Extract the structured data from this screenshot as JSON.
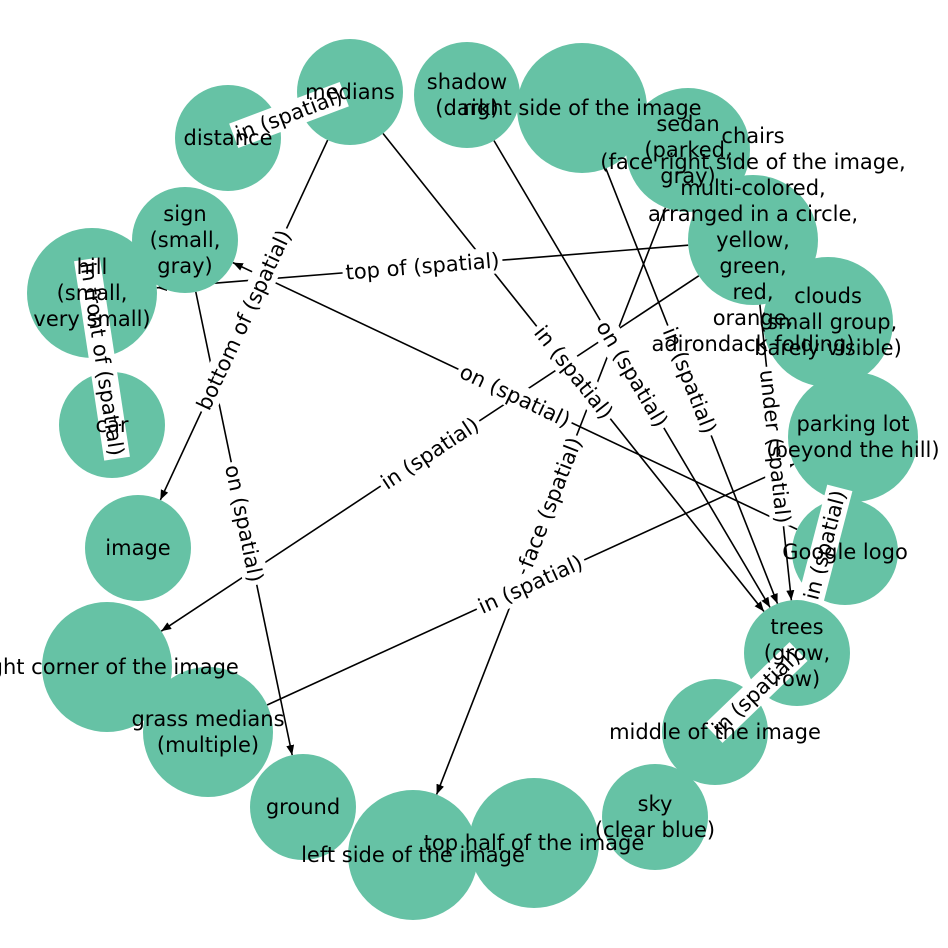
{
  "diagram": {
    "node_color": "#66c2a5",
    "nodes": [
      {
        "id": "medians",
        "lines": [
          "medians"
        ]
      },
      {
        "id": "shadow",
        "lines": [
          "shadow",
          "(dark)"
        ]
      },
      {
        "id": "right_side",
        "lines": [
          "right side of the image"
        ]
      },
      {
        "id": "sedan",
        "lines": [
          "sedan",
          "(parked,",
          "gray)"
        ]
      },
      {
        "id": "chairs",
        "lines": [
          "chairs",
          "(face right side of the image,",
          "multi-colored,",
          "arranged in a circle,",
          "yellow,",
          "green,",
          "red,",
          "orange,",
          "adirondack folding)"
        ]
      },
      {
        "id": "clouds",
        "lines": [
          "clouds",
          "(small group,",
          "barely visible)"
        ]
      },
      {
        "id": "parking_lot",
        "lines": [
          "parking lot",
          "(beyond the hill)"
        ]
      },
      {
        "id": "google_logo",
        "lines": [
          "Google logo"
        ]
      },
      {
        "id": "trees",
        "lines": [
          "trees",
          "(grow,",
          "row)"
        ]
      },
      {
        "id": "middle",
        "lines": [
          "middle of the image"
        ]
      },
      {
        "id": "sky",
        "lines": [
          "sky",
          "(clear blue)"
        ]
      },
      {
        "id": "top_half",
        "lines": [
          "top half of the image"
        ]
      },
      {
        "id": "left_side",
        "lines": [
          "left side of the image"
        ]
      },
      {
        "id": "ground",
        "lines": [
          "ground"
        ]
      },
      {
        "id": "grass_medians",
        "lines": [
          "grass medians",
          "(multiple)"
        ]
      },
      {
        "id": "right_corner",
        "lines": [
          "right corner of the image"
        ]
      },
      {
        "id": "image",
        "lines": [
          "image"
        ]
      },
      {
        "id": "car",
        "lines": [
          "car"
        ]
      },
      {
        "id": "hill",
        "lines": [
          "hill",
          "(small,",
          "very small)"
        ]
      },
      {
        "id": "sign",
        "lines": [
          "sign",
          "(small,",
          "gray)"
        ]
      },
      {
        "id": "distance",
        "lines": [
          "distance"
        ]
      }
    ],
    "edges": [
      {
        "source": "medians",
        "target": "distance",
        "label": "in (spatial)"
      },
      {
        "source": "medians",
        "target": "image",
        "label": "bottom of (spatial)"
      },
      {
        "source": "medians",
        "target": "trees",
        "label": "in (spatial)"
      },
      {
        "source": "chairs",
        "target": "hill",
        "label": "top of (spatial)"
      },
      {
        "source": "chairs",
        "target": "right_corner",
        "label": "in (spatial)"
      },
      {
        "source": "chairs",
        "target": "trees",
        "label": "under (spatial)"
      },
      {
        "source": "sedan",
        "target": "left_side",
        "label": "face (spatial)"
      },
      {
        "source": "right_side",
        "target": "trees",
        "label": "in (spatial)"
      },
      {
        "source": "google_logo",
        "target": "sign",
        "label": "on (spatial)"
      },
      {
        "source": "grass_medians",
        "target": "parking_lot",
        "label": "in (spatial)"
      },
      {
        "source": "sign",
        "target": "ground",
        "label": "on (spatial)"
      },
      {
        "source": "car",
        "target": "hill",
        "label": "in front of (spatial)"
      },
      {
        "source": "middle",
        "target": "trees",
        "label": "in (spatial)"
      },
      {
        "source": "parking_lot",
        "target": "trees",
        "label": "in (spatial)"
      },
      {
        "source": "shadow",
        "target": "trees",
        "label": "on (spatial)"
      }
    ]
  }
}
